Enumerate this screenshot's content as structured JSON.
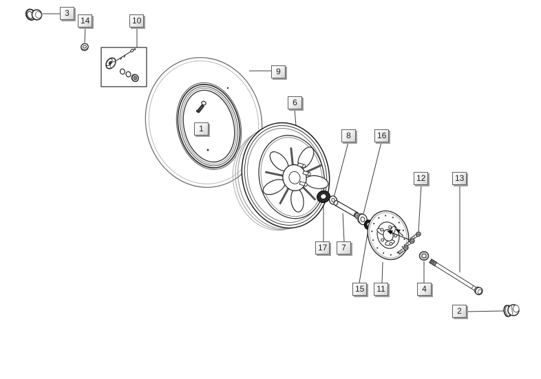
{
  "diagram": {
    "kind": "exploded-parts-diagram",
    "background": "#ffffff"
  },
  "colors": {
    "leader_line": "#3c3c3c",
    "art_dark": "#1f1f1f",
    "art_mid": "#555555",
    "art_light": "#9a9a9a",
    "label_face": "#efefef",
    "label_border": "#5f5f5f",
    "label_shadow": "#9e9e9e",
    "label_text": "#1c1c1c"
  },
  "callouts": {
    "1": {
      "label": "1",
      "part": "tire-valve"
    },
    "2": {
      "label": "2",
      "part": "axle-cap-nut"
    },
    "3": {
      "label": "3",
      "part": "flange-cap-nut"
    },
    "4": {
      "label": "4",
      "part": "washer-nut"
    },
    "6": {
      "label": "6",
      "part": "wheel-rim"
    },
    "7": {
      "label": "7",
      "part": "spacer-tube"
    },
    "8": {
      "label": "8",
      "part": "spacer-washer"
    },
    "9": {
      "label": "9",
      "part": "tire"
    },
    "10": {
      "label": "10",
      "part": "valve-kit-box"
    },
    "11": {
      "label": "11",
      "part": "brake-disc"
    },
    "12": {
      "label": "12",
      "part": "disc-screws"
    },
    "13": {
      "label": "13",
      "part": "axle-bolt"
    },
    "14": {
      "label": "14",
      "part": "small-nut"
    },
    "15": {
      "label": "15",
      "part": "bearing"
    },
    "16": {
      "label": "16",
      "part": "flanged-bushing"
    },
    "17": {
      "label": "17",
      "part": "bearing-nut"
    }
  }
}
